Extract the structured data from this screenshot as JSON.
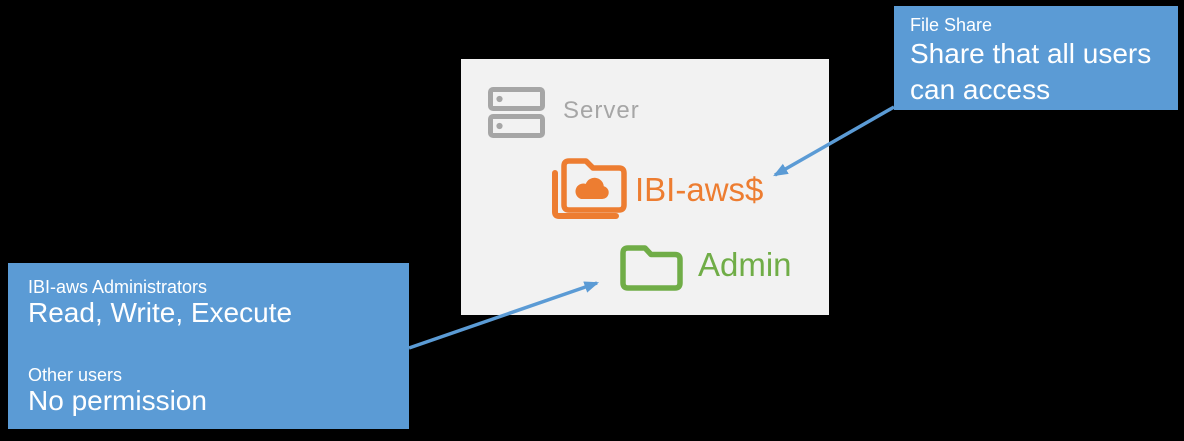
{
  "colors": {
    "background": "#000000",
    "panel_bg": "#F2F2F2",
    "callout_bg": "#5B9BD5",
    "callout_text": "#FFFFFF",
    "arrow": "#5B9BD5",
    "server_gray": "#A6A6A6",
    "share_orange": "#ED7D31",
    "folder_green": "#70AD47"
  },
  "icons": {
    "server": "server-icon",
    "share": "shared-cloud-folder-icon",
    "admin": "folder-icon"
  },
  "server_panel": {
    "server_label": "Server",
    "share_label": "IBI-aws$",
    "admin_label": "Admin"
  },
  "callout_file_share": {
    "title": "File Share",
    "body_lines": [
      "Share that all users",
      "can access"
    ]
  },
  "callout_permissions": {
    "admins_title": "IBI-aws Administrators",
    "admins_permissions": "Read, Write, Execute",
    "others_title": "Other users",
    "others_permissions": "No permission"
  }
}
